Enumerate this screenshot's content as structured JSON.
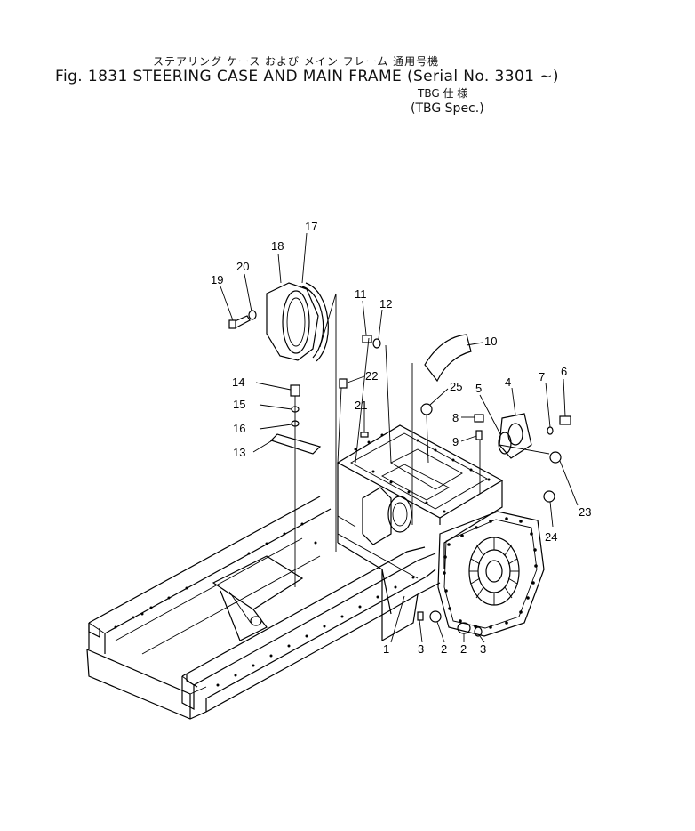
{
  "header": {
    "jp_title": "ステアリング ケース および メイン フレーム 通用号機",
    "fig_title": "Fig. 1831  STEERING CASE AND MAIN FRAME (Serial No. 3301 ~)",
    "tbg_jp": "TBG 仕 様",
    "tbg_spec": "(TBG Spec.)"
  },
  "callouts": [
    {
      "id": "c1",
      "label": "1"
    },
    {
      "id": "c2a",
      "label": "2"
    },
    {
      "id": "c2b",
      "label": "2"
    },
    {
      "id": "c3a",
      "label": "3"
    },
    {
      "id": "c3b",
      "label": "3"
    },
    {
      "id": "c4",
      "label": "4"
    },
    {
      "id": "c5",
      "label": "5"
    },
    {
      "id": "c6",
      "label": "6"
    },
    {
      "id": "c7",
      "label": "7"
    },
    {
      "id": "c8",
      "label": "8"
    },
    {
      "id": "c9",
      "label": "9"
    },
    {
      "id": "c10",
      "label": "10"
    },
    {
      "id": "c11",
      "label": "11"
    },
    {
      "id": "c12",
      "label": "12"
    },
    {
      "id": "c13",
      "label": "13"
    },
    {
      "id": "c14",
      "label": "14"
    },
    {
      "id": "c15",
      "label": "15"
    },
    {
      "id": "c16",
      "label": "16"
    },
    {
      "id": "c17",
      "label": "17"
    },
    {
      "id": "c18",
      "label": "18"
    },
    {
      "id": "c19",
      "label": "19"
    },
    {
      "id": "c20",
      "label": "20"
    },
    {
      "id": "c21",
      "label": "21"
    },
    {
      "id": "c22",
      "label": "22"
    },
    {
      "id": "c23",
      "label": "23"
    },
    {
      "id": "c24",
      "label": "24"
    },
    {
      "id": "c25",
      "label": "25"
    }
  ]
}
